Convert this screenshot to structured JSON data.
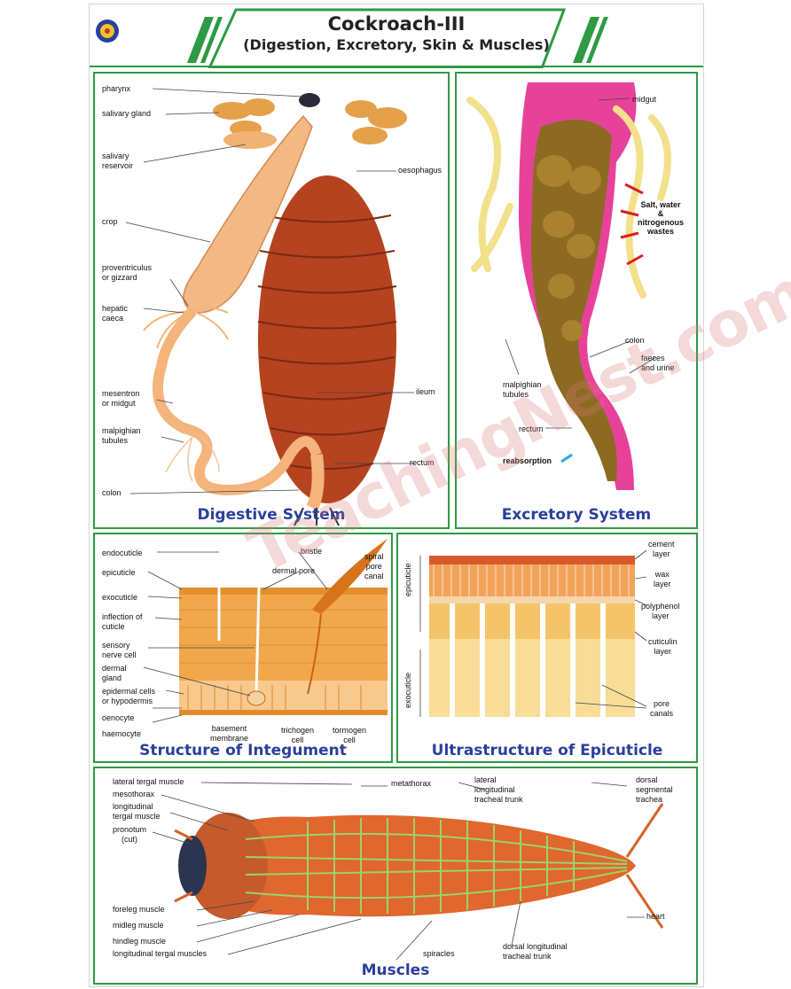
{
  "header": {
    "title": "Cockroach-III",
    "subtitle": "(Digestion, Excretory, Skin & Muscles)"
  },
  "digestive": {
    "title": "Digestive System",
    "labels": {
      "pharynx": "pharynx",
      "salivary_gland": "salivary gland",
      "salivary_reservoir": "salivary\nreservoir",
      "oesophagus": "oesophagus",
      "crop": "crop",
      "gizzard": "proventriculus\nor gizzard",
      "hepatic": "hepatic\ncaeca",
      "mesentron": "mesentron\nor midgut",
      "malpighian": "malpighian\ntubules",
      "colon": "colon",
      "ileum": "ileum",
      "rectum": "rectum"
    }
  },
  "excretory": {
    "title": "Excretory System",
    "labels": {
      "midgut": "midgut",
      "salt": "Salt, water\n&\nnitrogenous\nwastes",
      "colon": "colon",
      "faeces": "faeces\nand urine",
      "malpighian": "malpighian\ntubules",
      "rectum": "rectum",
      "reabsorption": "reabsorption"
    }
  },
  "integument": {
    "title": "Structure of Integument",
    "labels": {
      "endocuticle": "endocuticle",
      "epicuticle": "epicuticle",
      "exocuticle": "exocuticle",
      "inflection": "inflection of\ncuticle",
      "sensory": "sensory\nnerve cell",
      "dermal_gland": "dermal\ngland",
      "epidermal": "epidermal cells\nor hypodermis",
      "oenocyte": "oenocyte",
      "haemocyte": "haemocyte",
      "basement": "basement\nmembrane",
      "trichogen": "trichogen\ncell",
      "tormogen": "tormogen\ncell",
      "bristle": "bristle",
      "dermal_pore": "dermal pore",
      "spiral": "spiral\npore\ncanal"
    }
  },
  "epicuticle": {
    "title": "Ultrastructure of Epicuticle",
    "labels": {
      "cement": "cement\nlayer",
      "wax": "wax\nlayer",
      "polyphenol": "polyphenol\nlayer",
      "cuticulin": "cuticulin\nlayer",
      "pore": "pore\ncanals",
      "epicuticle": "epicuticle",
      "exocuticle": "exocuticle"
    }
  },
  "muscles": {
    "title": "Muscles",
    "labels": {
      "lateral_tergal": "lateral tergal muscle",
      "mesothorax": "mesothorax",
      "longitudinal_tergal": "longitudinal\ntergal muscle",
      "pronotum": "pronotum\n(cut)",
      "metathorax": "metathorax",
      "lateral_longitudinal": "lateral\nlongitudinal\ntracheal trunk",
      "dorsal_segmental": "dorsal\nsegmental\ntrachea",
      "foreleg": "foreleg muscle",
      "midleg": "midleg muscle",
      "hindleg": "hindleg muscle",
      "longitudinal_tergal_muscles": "longitudinal tergal muscles",
      "spiracles": "spiracles",
      "dorsal_longitudinal": "dorsal longitudinal\ntracheal trunk",
      "heart": "heart"
    }
  },
  "watermark": "TeachingNest.com"
}
